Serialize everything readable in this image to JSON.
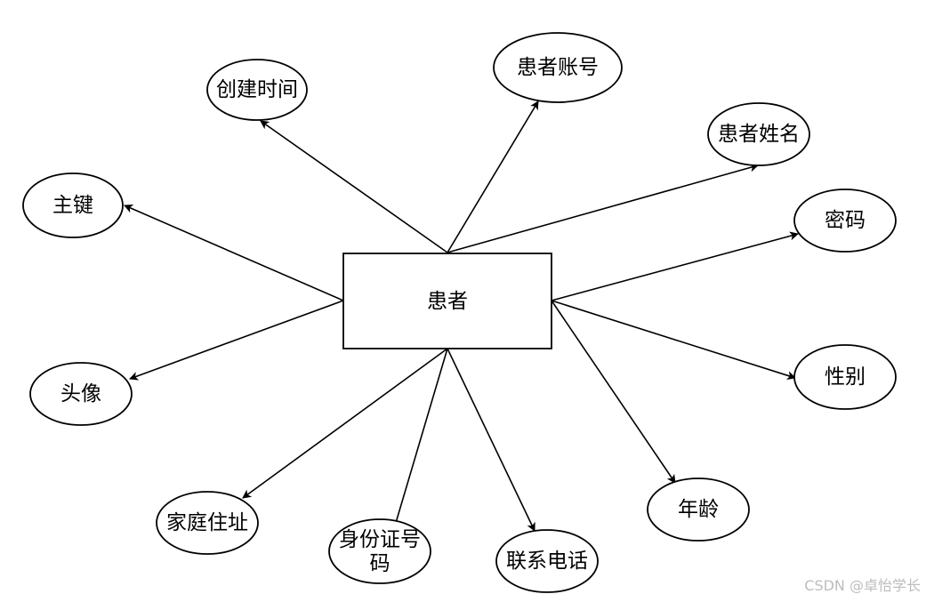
{
  "entity": {
    "label": "患者"
  },
  "attributes": {
    "create_time": "创建时间",
    "account": "患者账号",
    "name": "患者姓名",
    "primary_key": "主键",
    "password": "密码",
    "avatar": "头像",
    "gender": "性别",
    "address": "家庭住址",
    "id_number_line1": "身份证号",
    "id_number_line2": "码",
    "phone": "联系电话",
    "age": "年龄"
  },
  "watermark": "CSDN @卓怡学长",
  "colors": {
    "stroke": "#000000",
    "background": "#ffffff",
    "watermark": "#bdbdbd"
  }
}
